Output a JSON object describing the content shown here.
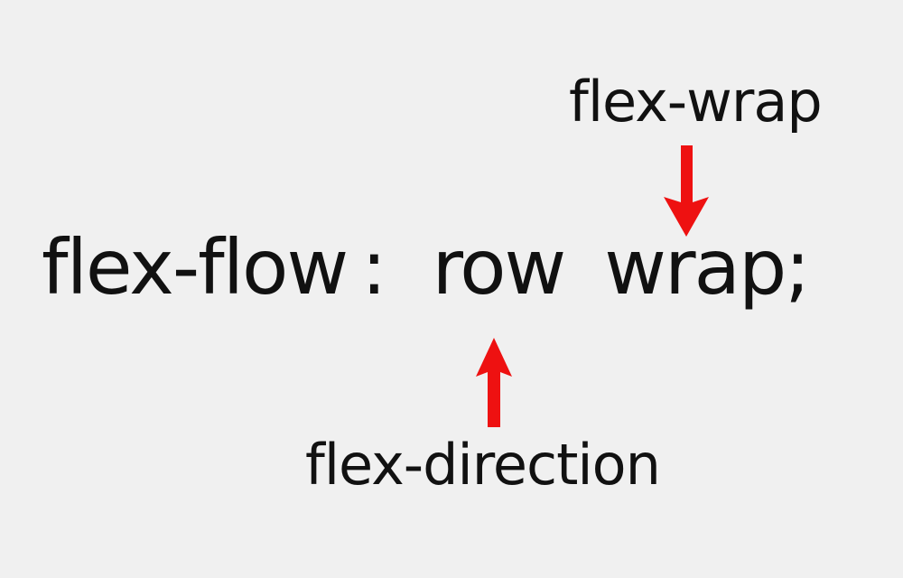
{
  "page": {
    "background_color": "#f0f0f0"
  },
  "colors": {
    "text": "#111111",
    "arrow": "#ee1111"
  },
  "code_line": {
    "property": "flex-flow",
    "colon": ":",
    "direction_value": "row",
    "wrap_value": "wrap;"
  },
  "annotations": {
    "flex_wrap_label": "flex-wrap",
    "flex_direction_label": "flex-direction"
  }
}
